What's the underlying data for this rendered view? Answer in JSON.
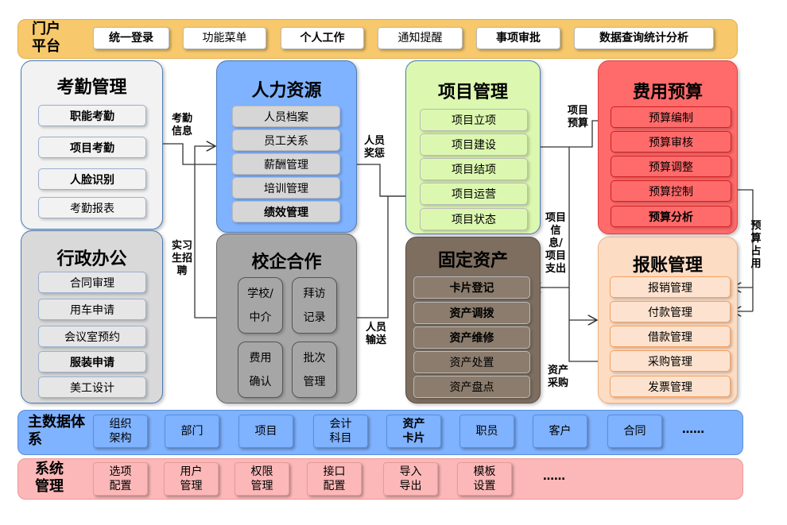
{
  "portal": {
    "title": "门户平台",
    "buttons": [
      "统一登录",
      "功能菜单",
      "个人工作",
      "通知提醒",
      "事项审批",
      "数据查询统计分析"
    ]
  },
  "attendance": {
    "title": "考勤管理",
    "items": [
      "职能考勤",
      "项目考勤",
      "人脸识别",
      "考勤报表"
    ]
  },
  "admin": {
    "title": "行政办公",
    "items": [
      "合同审理",
      "用车申请",
      "会议室预约",
      "服装申请",
      "美工设计"
    ]
  },
  "hr": {
    "title": "人力资源",
    "items": [
      "人员档案",
      "员工关系",
      "薪酬管理",
      "培训管理",
      "绩效管理"
    ]
  },
  "school": {
    "title": "校企合作",
    "items": [
      "学校/中介",
      "拜访记录",
      "费用确认",
      "批次管理"
    ]
  },
  "project": {
    "title": "项目管理",
    "items": [
      "项目立项",
      "项目建设",
      "项目结项",
      "项目运营",
      "项目状态"
    ]
  },
  "assets": {
    "title": "固定资产",
    "items": [
      "卡片登记",
      "资产调拨",
      "资产维修",
      "资产处置",
      "资产盘点"
    ]
  },
  "budget": {
    "title": "费用预算",
    "items": [
      "预算编制",
      "预算审核",
      "预算调整",
      "预算控制",
      "预算分析"
    ]
  },
  "reimburse": {
    "title": "报账管理",
    "items": [
      "报销管理",
      "付款管理",
      "借款管理",
      "采购管理",
      "发票管理"
    ]
  },
  "master": {
    "title": "主数据体系",
    "items": [
      "组织架构",
      "部门",
      "项目",
      "会计科目",
      "资产卡片",
      "职员",
      "客户",
      "合同"
    ],
    "more": "……"
  },
  "system": {
    "title": "系统管理",
    "items": [
      "选项配置",
      "用户管理",
      "权限管理",
      "接口配置",
      "导入导出",
      "模板设置"
    ],
    "more": "……"
  },
  "links": {
    "attendance_info": "考勤信息",
    "intern": "实习生招聘",
    "reward": "人员奖惩",
    "transfer": "人员输送",
    "project_budget": "项目预算",
    "project_info": "项目信息/项目支出",
    "asset_purchase": "资产采购",
    "budget_use": "预算占用"
  }
}
